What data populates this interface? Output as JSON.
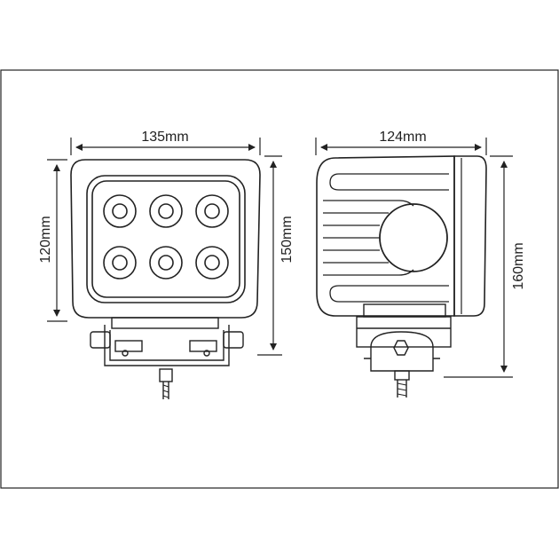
{
  "dimensions": {
    "front_width": "135mm",
    "front_inner_height": "120mm",
    "front_total_height": "150mm",
    "side_depth": "124mm",
    "side_total_height": "160mm"
  },
  "colors": {
    "line": "#222222",
    "background": "#ffffff"
  }
}
